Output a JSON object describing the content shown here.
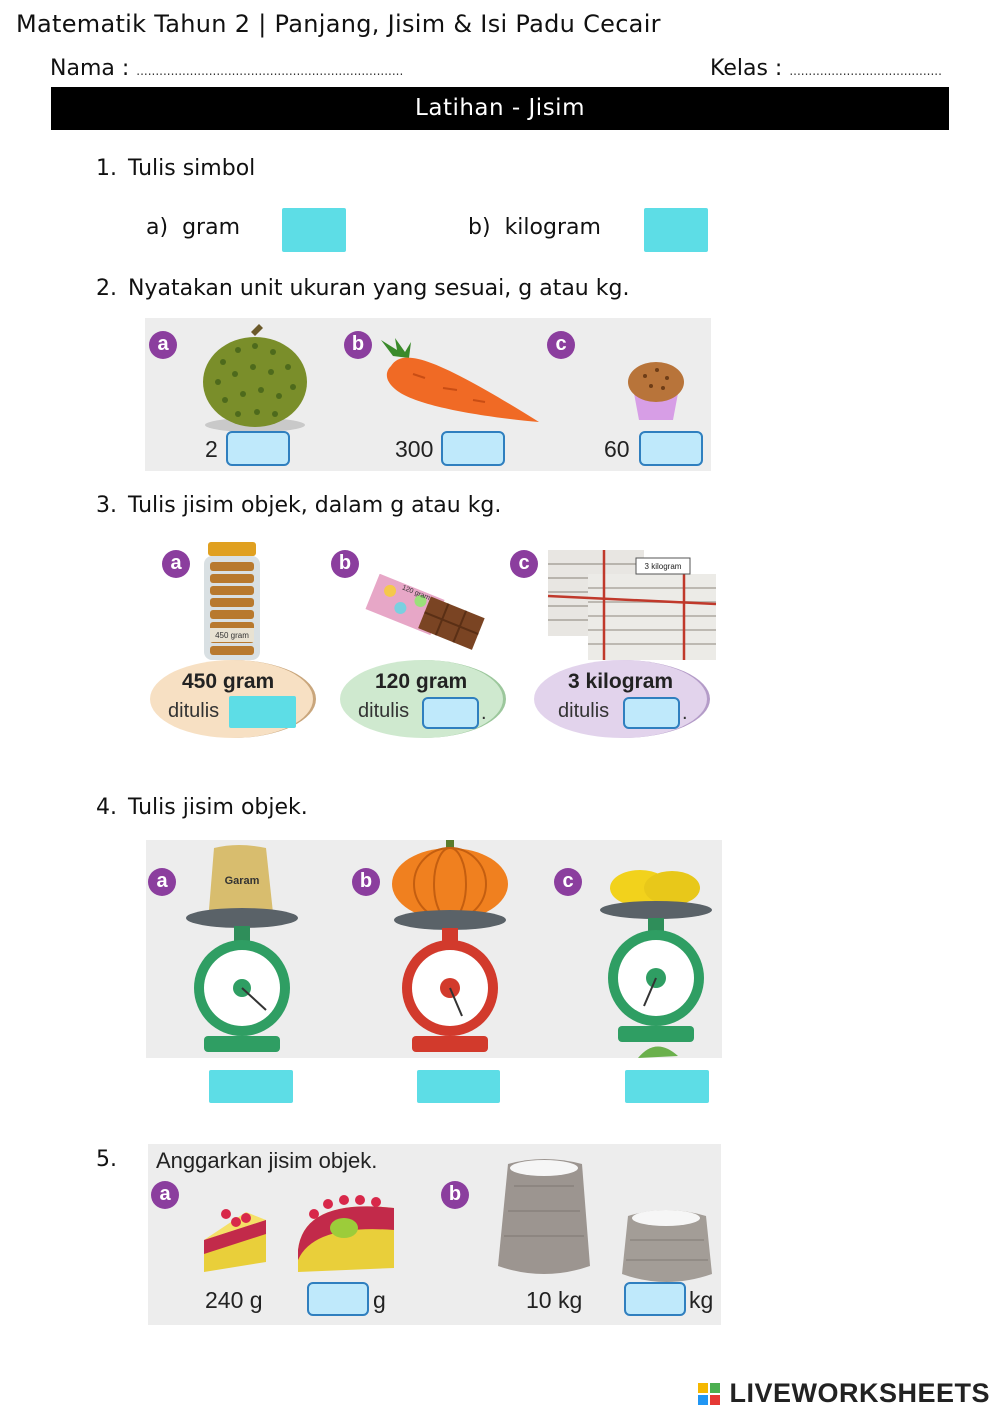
{
  "header": {
    "title": "Matematik Tahun 2 | Panjang, Jisim & Isi Padu Cecair",
    "name_label": "Nama :",
    "name_dots": "......................................................................",
    "class_label": "Kelas :",
    "class_dots": "........................................",
    "banner": "Latihan - Jisim"
  },
  "q1": {
    "number": "1.",
    "text": "Tulis simbol",
    "a_letter": "a)",
    "a_text": "gram",
    "b_letter": "b)",
    "b_text": "kilogram"
  },
  "q2": {
    "number": "2.",
    "text": "Nyatakan unit ukuran yang sesuai, g atau kg.",
    "items": [
      {
        "badge": "a",
        "value": "2"
      },
      {
        "badge": "b",
        "value": "300"
      },
      {
        "badge": "c",
        "value": "60"
      }
    ]
  },
  "q3": {
    "number": "3.",
    "text": "Tulis jisim objek, dalam g atau kg.",
    "items": [
      {
        "badge": "a",
        "mass": "450 gram",
        "ditulis": "ditulis",
        "jar_label": "450 gram"
      },
      {
        "badge": "b",
        "mass": "120 gram",
        "ditulis": "ditulis",
        "bar_label": "120 gram"
      },
      {
        "badge": "c",
        "mass": "3 kilogram",
        "ditulis": "ditulis",
        "tag_label": "3 kilogram"
      }
    ],
    "period": "."
  },
  "q4": {
    "number": "4.",
    "text": "Tulis jisim objek.",
    "items": [
      {
        "badge": "a",
        "sack_label": "Garam"
      },
      {
        "badge": "b"
      },
      {
        "badge": "c"
      }
    ]
  },
  "q5": {
    "number": "5.",
    "instruction": "Anggarkan jisim objek.",
    "a_badge": "a",
    "a_value": "240 g",
    "a_unit": "g",
    "b_badge": "b",
    "b_value": "10 kg",
    "b_unit": "kg"
  },
  "footer": {
    "logo_text": "LIVEWORKSHEETS"
  },
  "colors": {
    "answer_box": "#5ddde6",
    "answer_box_light": "#bfe9fb",
    "badge": "#8b3e9e",
    "panel": "#ededed"
  }
}
